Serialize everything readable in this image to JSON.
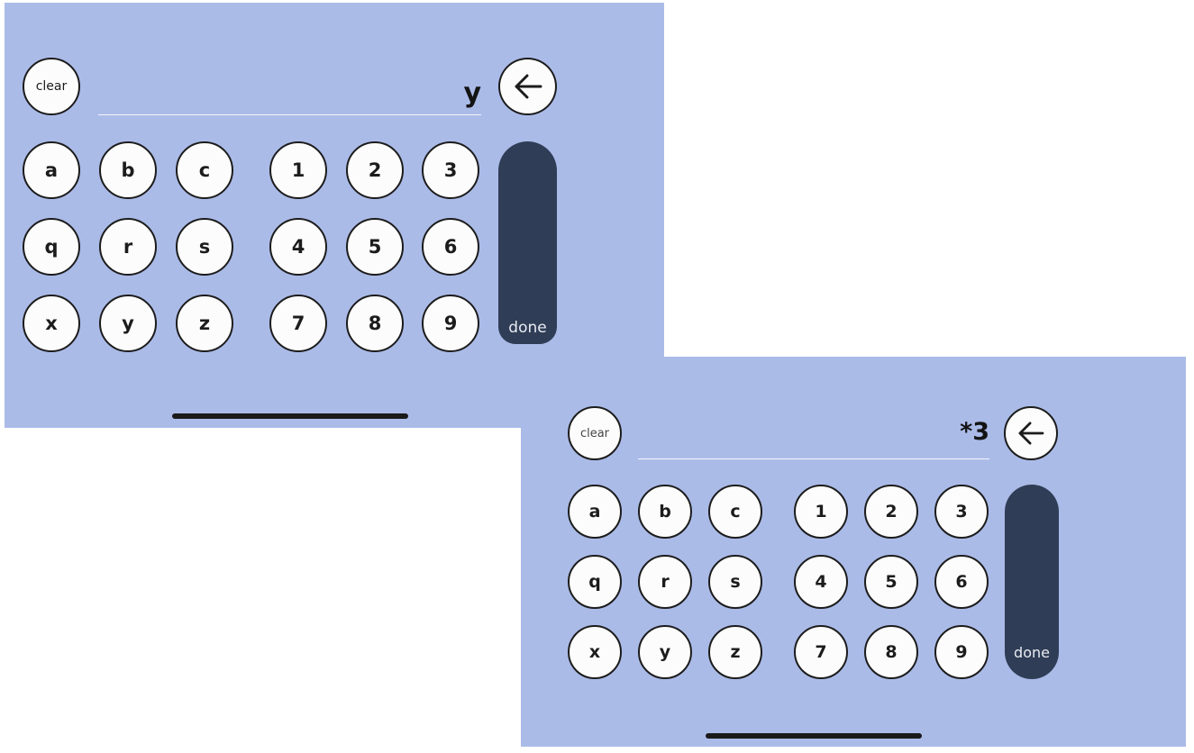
{
  "screens": [
    {
      "clear_label": "clear",
      "display_value": "y",
      "done_label": "done",
      "back_icon": "arrow-left-icon",
      "letter_rows": [
        [
          "a",
          "b",
          "c"
        ],
        [
          "q",
          "r",
          "s"
        ],
        [
          "x",
          "y",
          "z"
        ]
      ],
      "digit_rows": [
        [
          "1",
          "2",
          "3"
        ],
        [
          "4",
          "5",
          "6"
        ],
        [
          "7",
          "8",
          "9"
        ]
      ]
    },
    {
      "clear_label": "clear",
      "display_value": "*3",
      "done_label": "done",
      "back_icon": "arrow-left-icon",
      "letter_rows": [
        [
          "a",
          "b",
          "c"
        ],
        [
          "q",
          "r",
          "s"
        ],
        [
          "x",
          "y",
          "z"
        ]
      ],
      "digit_rows": [
        [
          "1",
          "2",
          "3"
        ],
        [
          "4",
          "5",
          "6"
        ],
        [
          "7",
          "8",
          "9"
        ]
      ]
    }
  ],
  "colors": {
    "screen_background": "#abbbe8",
    "key_fill": "#fcfcfc",
    "key_border": "#1c1c1c",
    "done_fill": "#2f3d56",
    "home_indicator": "#1a1a1a"
  }
}
